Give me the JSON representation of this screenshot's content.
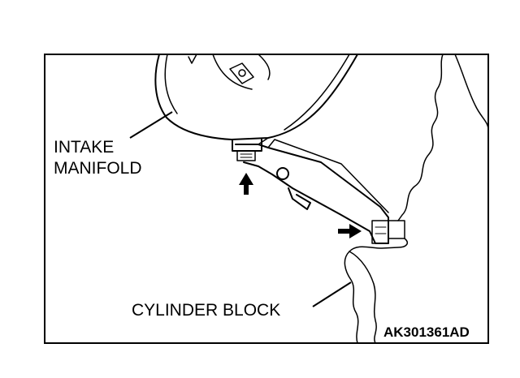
{
  "labels": {
    "intake_line1": "INTAKE",
    "intake_line2": "MANIFOLD",
    "cylinder_block": "CYLINDER BLOCK",
    "figure_code": "AK301361AD"
  },
  "colors": {
    "line": "#000000",
    "background": "#ffffff"
  }
}
